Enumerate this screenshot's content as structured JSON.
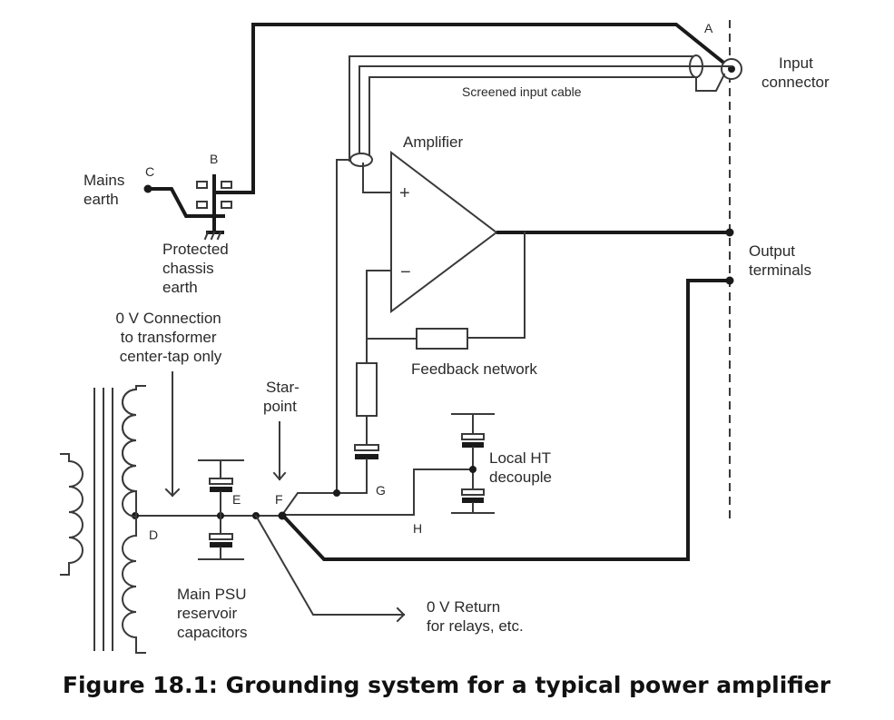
{
  "figure": {
    "caption": "Figure 18.1:  Grounding system for a typical power amplifier"
  },
  "nodes": {
    "A": "A",
    "B": "B",
    "C": "C",
    "D": "D",
    "E": "E",
    "F": "F",
    "G": "G",
    "H": "H"
  },
  "labels": {
    "input_connector": [
      "Input",
      "connector"
    ],
    "screened_cable": "Screened input cable",
    "amplifier": "Amplifier",
    "mains_earth": [
      "Mains",
      "earth"
    ],
    "protected_earth": [
      "Protected",
      "chassis",
      "earth"
    ],
    "zero_v_connection": [
      "0 V Connection",
      "to transformer",
      "center-tap only"
    ],
    "output_terminals": [
      "Output",
      "terminals"
    ],
    "feedback_network": "Feedback network",
    "star_point": [
      "Star-",
      "point"
    ],
    "local_ht": [
      "Local HT",
      "decouple"
    ],
    "main_psu": [
      "Main PSU",
      "reservoir",
      "capacitors"
    ],
    "zero_v_return": [
      "0 V Return",
      "for relays, etc."
    ]
  },
  "opamp": {
    "plus": "+",
    "minus": "−"
  }
}
